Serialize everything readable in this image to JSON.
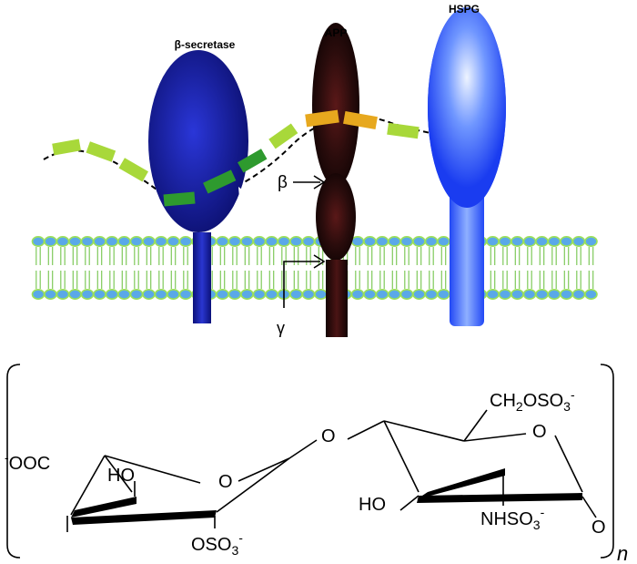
{
  "labels": {
    "beta_secretase": "β-secretase",
    "app": "APP",
    "hspg": "HSPG",
    "beta_site": "β",
    "gamma_site": "γ"
  },
  "structure": {
    "ch2oso3": {
      "main": "CH",
      "sub": "2",
      "rest": "OSO",
      "sub2": "3",
      "sup": "-"
    },
    "ooc": {
      "sup": "-",
      "main": "OOC"
    },
    "ho_left": "HO",
    "o_ring_left": "O",
    "o_link": "O",
    "o_ring_right": "O",
    "ho_right": "HO",
    "nhso3": {
      "main": "NHSO",
      "sub": "3",
      "sup": "-"
    },
    "oso3": {
      "main": "OSO",
      "sub": "3",
      "sup": "-"
    },
    "o_bottom": "O",
    "n": "n"
  },
  "colors": {
    "membrane_head": "#5aa8e8",
    "membrane_rim": "#9be05a",
    "tail": "#7fc95a",
    "beta_secretase": "#1a1fa8",
    "app": "#2a1010",
    "hspg": "#2f5dff",
    "heparan_light_green": "#a8d83a",
    "heparan_dark_green": "#2e9a2e",
    "heparan_orange": "#e7a81e"
  }
}
